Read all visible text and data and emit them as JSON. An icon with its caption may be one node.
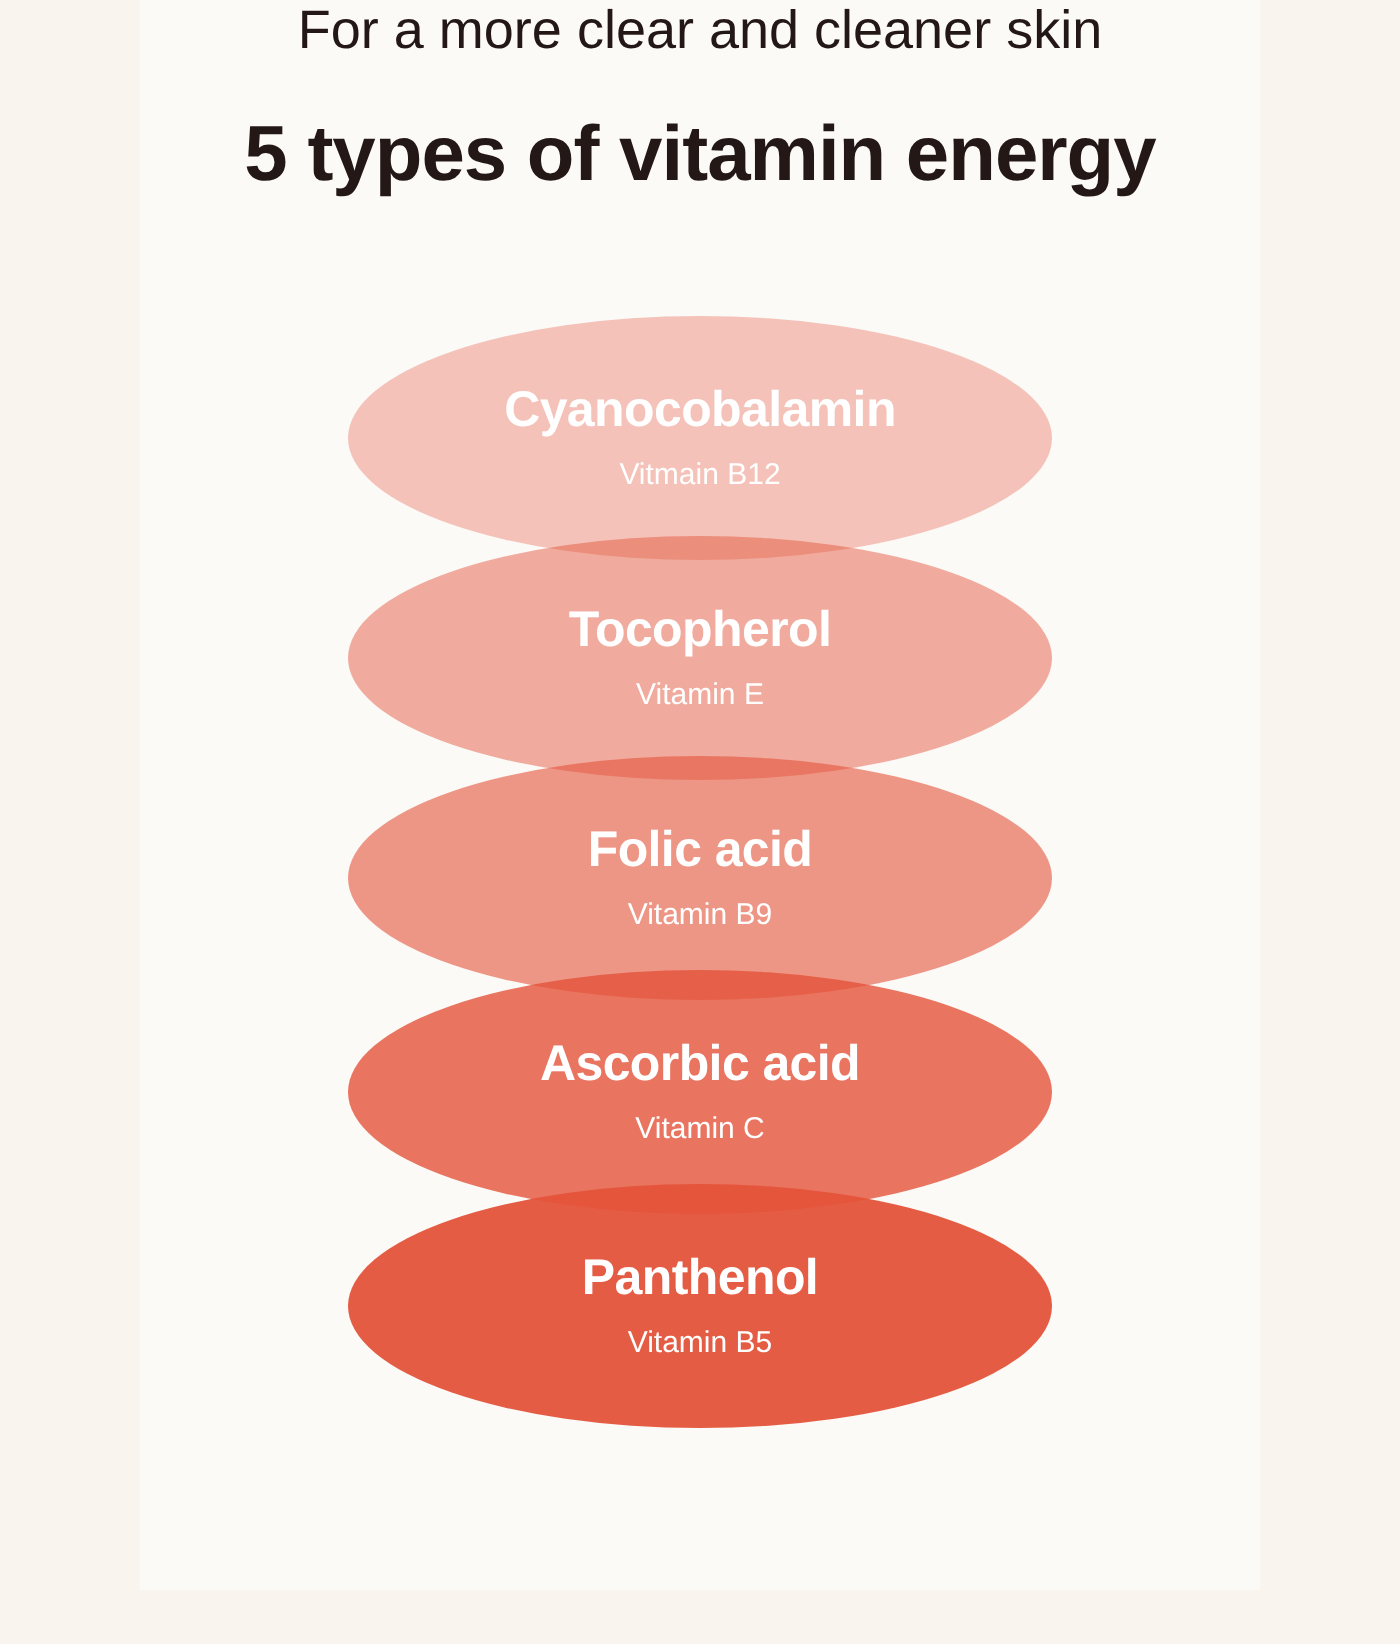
{
  "diagram": {
    "title": "5 types of vitamin energy",
    "nodes": [
      {
        "text": [
          "Cyanocobalamin",
          "Vitmain B12"
        ]
      },
      {
        "text": [
          "Tocopherol",
          "Vitamin E"
        ]
      },
      {
        "text": [
          "Folic acid",
          "Vitamin B9"
        ]
      },
      {
        "text": [
          "Ascorbic acid",
          "Vitamin C"
        ]
      },
      {
        "text": [
          "Panthenol",
          "Vitamin B5"
        ]
      }
    ],
    "labels": [
      "For a more clear and cleaner skin"
    ]
  }
}
